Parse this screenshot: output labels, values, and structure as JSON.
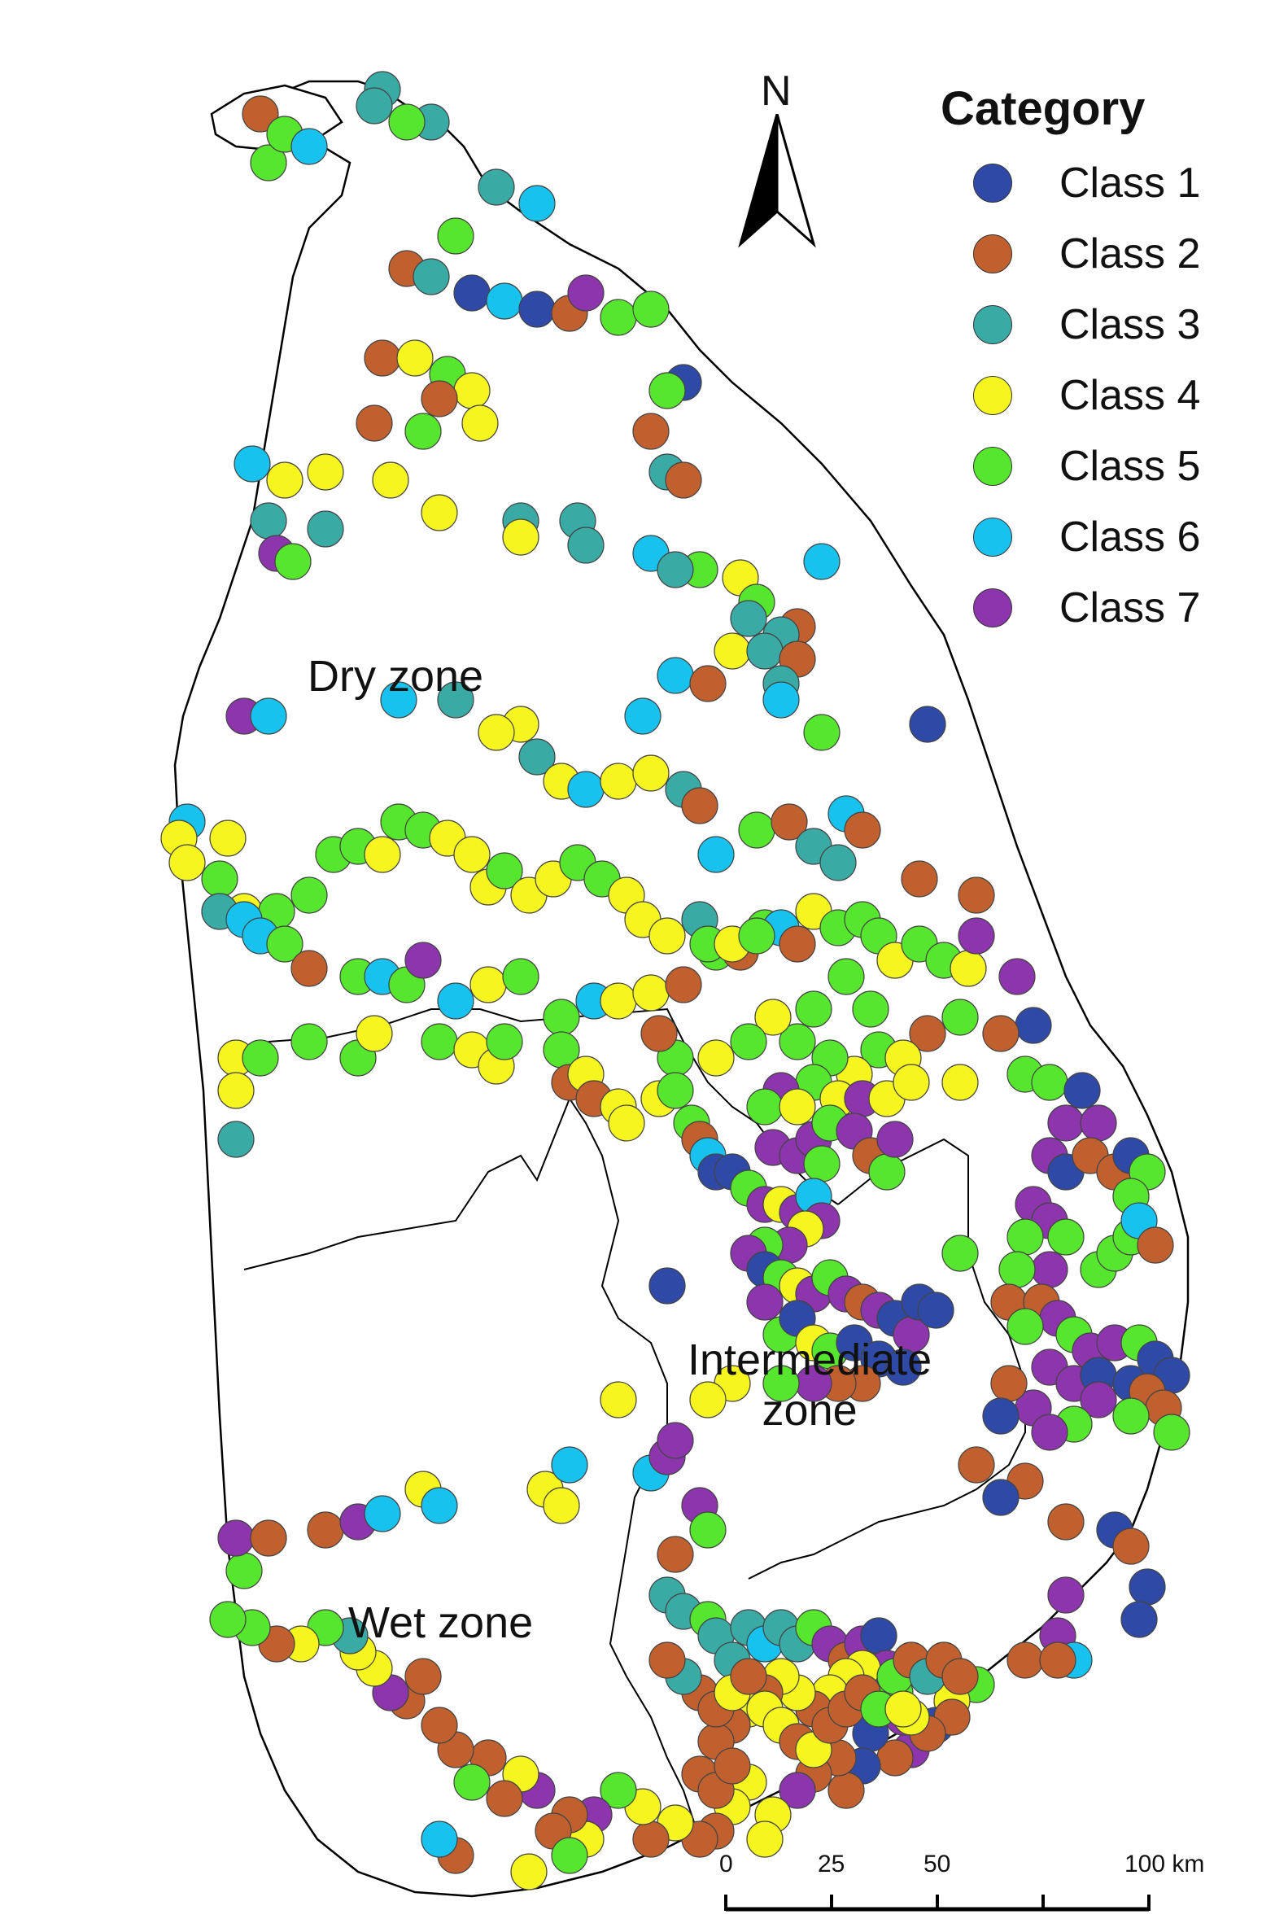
{
  "north_arrow": {
    "label": "N"
  },
  "legend": {
    "title": "Category",
    "items": [
      {
        "label": "Class 1",
        "color": "#2e4aa6"
      },
      {
        "label": "Class 2",
        "color": "#c0602f"
      },
      {
        "label": "Class 3",
        "color": "#3aaaa5"
      },
      {
        "label": "Class 4",
        "color": "#f6f61e"
      },
      {
        "label": "Class 5",
        "color": "#57e62e"
      },
      {
        "label": "Class 6",
        "color": "#17c2ef"
      },
      {
        "label": "Class 7",
        "color": "#8c35ad"
      }
    ]
  },
  "zones": {
    "dry": "Dry zone",
    "intermediate_line1": "Intermediate",
    "intermediate_line2": "zone",
    "wet": "Wet zone"
  },
  "scale_bar": {
    "ticks": [
      "0",
      "25",
      "50",
      "100 km"
    ]
  }
}
